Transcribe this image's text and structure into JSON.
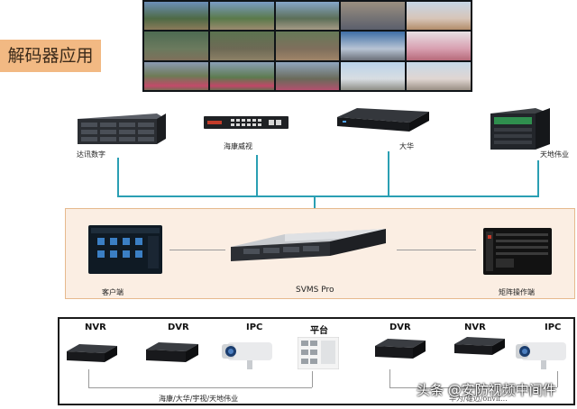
{
  "title": "解码器应用",
  "vendors": {
    "dlss": "达讯数字",
    "hikvision": "海康威视",
    "dahua": "大华",
    "tiandi": "天地伟业"
  },
  "middle": {
    "client": "客户端",
    "server": "SVMS Pro",
    "matrix": "矩阵操作端"
  },
  "bottom": {
    "nvr1": "NVR",
    "dvr1": "DVR",
    "ipc1": "IPC",
    "platform": "平台",
    "dvr2": "DVR",
    "nvr2": "NVR",
    "ipc2": "IPC",
    "left_caption": "海康/大华/宇视/天地伟业",
    "right_caption": "华为/雄迈/onvif..."
  },
  "watermark": "头条 @安防视频中间件",
  "colors": {
    "title_bg": "#f2b983",
    "connector": "#2a9fb3",
    "middle_panel": "#fbeee3"
  }
}
